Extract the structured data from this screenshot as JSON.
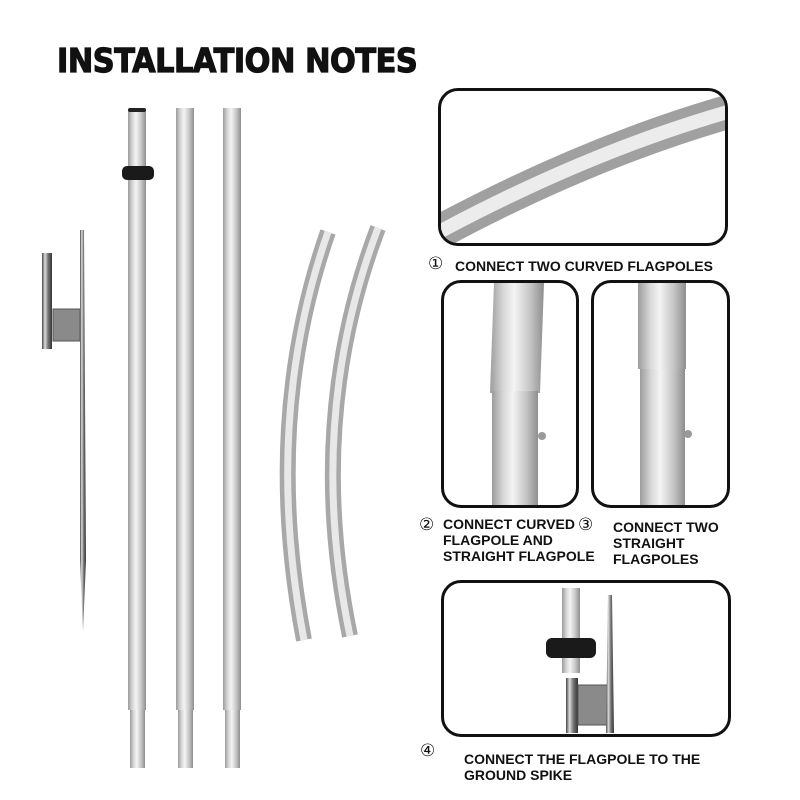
{
  "title": "INSTALLATION NOTES",
  "steps": [
    {
      "number": "①",
      "text_lines": [
        "CONNECT TWO CURVED FLAGPOLES"
      ]
    },
    {
      "number": "②",
      "text_lines": [
        "CONNECT CURVED",
        "FLAGPOLE AND",
        "STRAIGHT FLAGPOLE"
      ]
    },
    {
      "number": "③",
      "text_lines": [
        "CONNECT TWO",
        "STRAIGHT",
        "FLAGPOLES"
      ]
    },
    {
      "number": "④",
      "text_lines": [
        "CONNECT THE FLAGPOLE TO THE",
        "GROUND SPIKE"
      ]
    }
  ],
  "parts": {
    "ground_spike": "ground-spike",
    "straight_poles": 3,
    "curved_poles": 2
  },
  "colors": {
    "text": "#111111",
    "pole_light": "#e6e6e6",
    "pole_dark": "#a8a8a8",
    "border": "#111111"
  }
}
